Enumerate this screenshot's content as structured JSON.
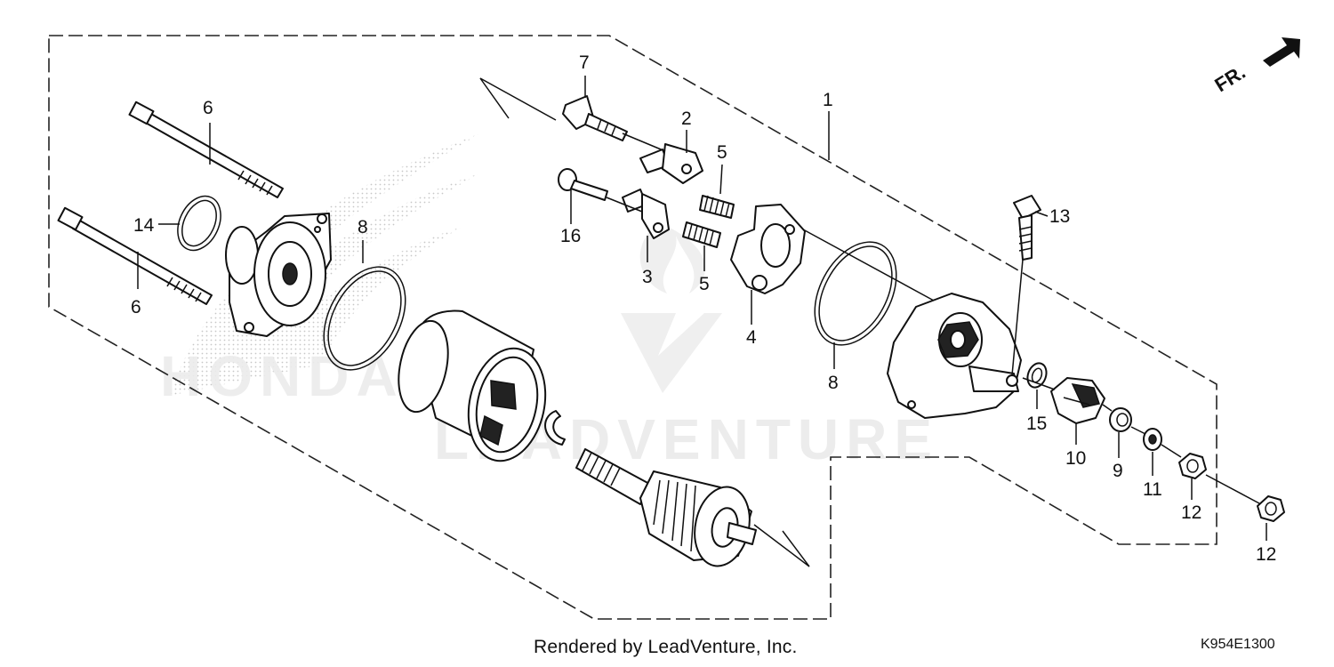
{
  "diagram": {
    "direction_label": "FR.",
    "watermark_text": "LEADVENTURE",
    "callouts": [
      {
        "id": "c1",
        "label": "1"
      },
      {
        "id": "c2",
        "label": "2"
      },
      {
        "id": "c3",
        "label": "3"
      },
      {
        "id": "c4",
        "label": "4"
      },
      {
        "id": "c5a",
        "label": "5"
      },
      {
        "id": "c5b",
        "label": "5"
      },
      {
        "id": "c6a",
        "label": "6"
      },
      {
        "id": "c6b",
        "label": "6"
      },
      {
        "id": "c7",
        "label": "7"
      },
      {
        "id": "c8a",
        "label": "8"
      },
      {
        "id": "c8b",
        "label": "8"
      },
      {
        "id": "c9",
        "label": "9"
      },
      {
        "id": "c10",
        "label": "10"
      },
      {
        "id": "c11",
        "label": "11"
      },
      {
        "id": "c12a",
        "label": "12"
      },
      {
        "id": "c12b",
        "label": "12"
      },
      {
        "id": "c13",
        "label": "13"
      },
      {
        "id": "c14",
        "label": "14"
      },
      {
        "id": "c15",
        "label": "15"
      },
      {
        "id": "c16",
        "label": "16"
      }
    ]
  },
  "footer": {
    "credit": "Rendered by LeadVenture, Inc.",
    "diagram_code": "K954E1300"
  }
}
